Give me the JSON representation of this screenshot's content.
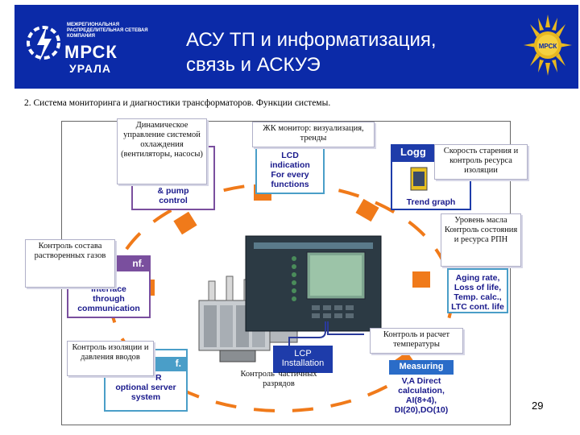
{
  "header": {
    "logo_small_text": "МЕЖРЕГИОНАЛЬНАЯ РАСПРЕДЕЛИТЕЛЬНАЯ СЕТЕВАЯ КОМПАНИЯ",
    "logo_mrsk": "МРСК",
    "logo_urala": "УРАЛА",
    "title_line1": "АСУ ТП и информатизация,",
    "title_line2": "связь и АСКУЭ",
    "sun_logo_text": "МРСК",
    "bg_color": "#0b2aa8"
  },
  "subtitle": "2. Система мониторинга и диагностики трансформаторов. Функции системы.",
  "english_labels": {
    "pump_line1": "& pump",
    "pump_line2": "control",
    "lcd_line1": "LCD",
    "lcd_line2": "indication",
    "lcd_line3": "For every",
    "lcd_line4": "functions",
    "logger_title": "Logg",
    "trend_graph": "Trend graph",
    "interface_tag": "nf.",
    "interface_line1": "Interface",
    "interface_line2": "through",
    "interface_line3": "communication",
    "aging_line1": "Aging rate,",
    "aging_line2": "Loss of life,",
    "aging_line3": "Temp. calc.,",
    "aging_line4": "LTC cont. life",
    "server_tag": "f.",
    "server_line0": "R",
    "server_line1": "optional server",
    "server_line2": "system",
    "lcp_line1": "LCP",
    "lcp_line2": "Installation",
    "measuring_title": "Measuring",
    "measuring_line1": "V,A Direct",
    "measuring_line2": "calculation,",
    "measuring_line3": "AI(8+4),",
    "measuring_line4": "DI(20),DO(10)"
  },
  "callouts": {
    "cooling": "Динамическое управление системой охлаждения (вентиляторы, насосы)",
    "lcd_monitor": "ЖК монитор: визуализация, тренды",
    "aging": "Скорость старения и контроль ресурса изоляции",
    "oil_level": "Уровень масла Контроль состояния и ресурса РПН",
    "gas": "Контроль состава растворенных газов",
    "insulation": "Контроль изоляции и давления вводов",
    "partial": "Контроль частичных разрядов",
    "temperature": "Контроль и расчет температуры"
  },
  "page_number": "29",
  "colors": {
    "ring_orange": "#f07a1a",
    "pump_border": "#7a4f9e",
    "lcd_border": "#4a9ec8",
    "logger_blue": "#1e3caa",
    "interface_border": "#7a4f9e",
    "aging_border": "#4a9ec8",
    "server_border": "#4a9ec8",
    "lcp_blue": "#1e3caa",
    "measuring_blue": "#2a6cc8"
  }
}
